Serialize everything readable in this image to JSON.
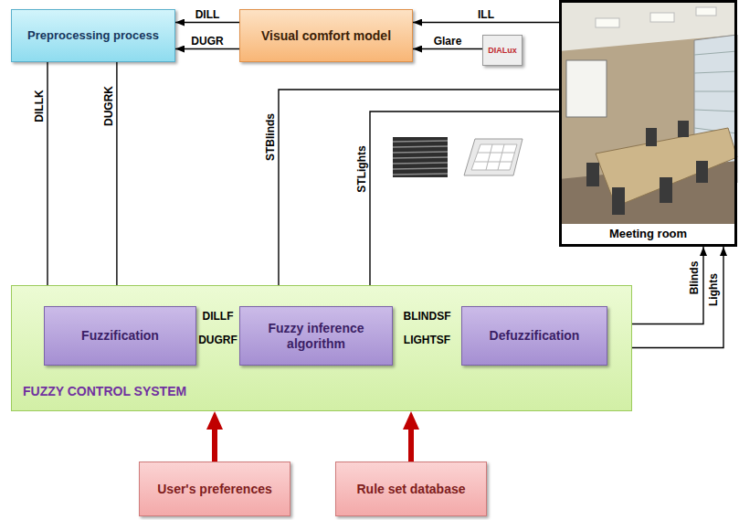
{
  "diagram": {
    "nodes": [
      {
        "text": [
          "Preprocessing process"
        ]
      },
      {
        "text": [
          "Visual comfort model"
        ]
      },
      {
        "text": [
          "Meeting room"
        ]
      },
      {
        "text": [
          "DIALux"
        ]
      },
      {
        "text": [
          "FUZZY CONTROL SYSTEM"
        ]
      },
      {
        "text": [
          "Fuzzification"
        ],
        "in": 4
      },
      {
        "text": [
          "Fuzzy inference algorithm"
        ],
        "in": 4
      },
      {
        "text": [
          "Defuzzification"
        ],
        "in": 4
      },
      {
        "text": [
          "User's preferences"
        ]
      },
      {
        "text": [
          "Rule set database"
        ]
      }
    ],
    "edges": [
      {
        "from": 1,
        "to": 0,
        "label": "DILL",
        "arrow": "to"
      },
      {
        "from": 1,
        "to": 0,
        "label": "DUGR",
        "arrow": "to"
      },
      {
        "from": 2,
        "to": 1,
        "label": "ILL",
        "arrow": "to"
      },
      {
        "from": 3,
        "to": 1,
        "label": "Glare",
        "arrow": "to"
      },
      {
        "from": 0,
        "to": 5,
        "label": "DILLK",
        "arrow": "to"
      },
      {
        "from": 0,
        "to": 5,
        "label": "DUGRK",
        "arrow": "to"
      },
      {
        "from": 2,
        "to": 6,
        "label": "STBlinds",
        "arrow": "to"
      },
      {
        "from": 2,
        "to": 6,
        "label": "STLights",
        "arrow": "to"
      },
      {
        "from": 5,
        "to": 6,
        "label": "DILLF",
        "arrow": "to"
      },
      {
        "from": 5,
        "to": 6,
        "label": "DUGRF",
        "arrow": "to"
      },
      {
        "from": 6,
        "to": 7,
        "label": "BLINDSF",
        "arrow": "to"
      },
      {
        "from": 6,
        "to": 7,
        "label": "LIGHTSF",
        "arrow": "to"
      },
      {
        "from": 7,
        "to": 2,
        "label": "Blinds",
        "arrow": "to"
      },
      {
        "from": 7,
        "to": 2,
        "label": "Lights",
        "arrow": "to"
      },
      {
        "from": 8,
        "to": 4,
        "arrow": "to"
      },
      {
        "from": 9,
        "to": 4,
        "arrow": "to"
      }
    ]
  }
}
